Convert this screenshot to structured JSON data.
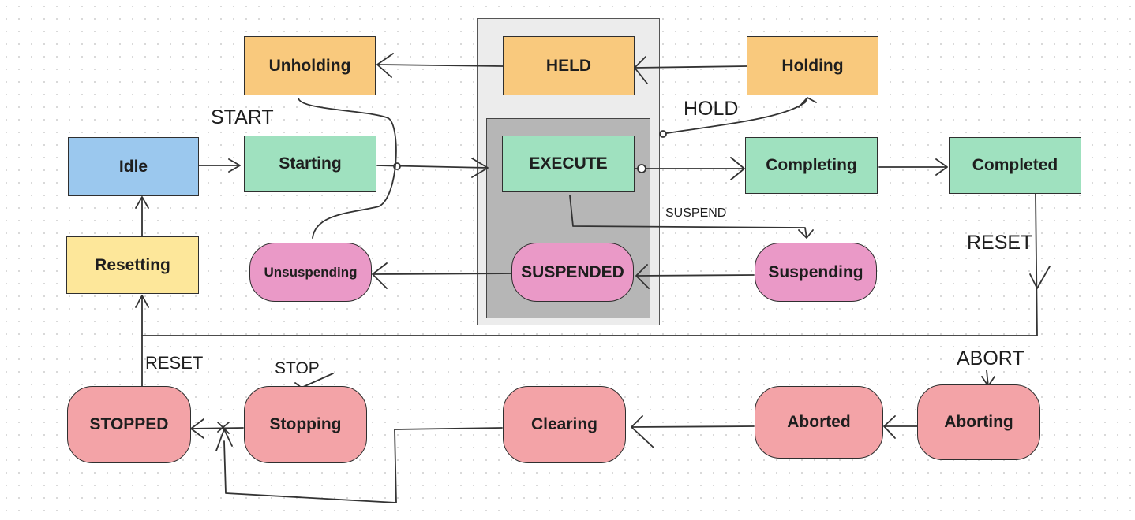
{
  "states": {
    "held": "HELD",
    "unholding": "Unholding",
    "holding": "Holding",
    "idle": "Idle",
    "starting": "Starting",
    "execute": "EXECUTE",
    "completing": "Completing",
    "completed": "Completed",
    "resetting": "Resetting",
    "unsuspending": "Unsuspending",
    "suspended": "SUSPENDED",
    "suspending": "Suspending",
    "stopped": "STOPPED",
    "stopping": "Stopping",
    "clearing": "Clearing",
    "aborted": "Aborted",
    "aborting": "Aborting"
  },
  "commands": {
    "start": "START",
    "hold": "HOLD",
    "suspend": "SUSPEND",
    "reset_top": "RESET",
    "reset_bottom": "RESET",
    "stop": "STOP",
    "abort": "ABORT"
  },
  "colors": {
    "outer_group": "#ececec",
    "inner_group": "#b6b6b6",
    "orange": "#f9c97d",
    "blue": "#9bc8ee",
    "green": "#9fe1bf",
    "yellow": "#fde79a",
    "pink": "#ea99c7",
    "red": "#f3a3a7"
  }
}
